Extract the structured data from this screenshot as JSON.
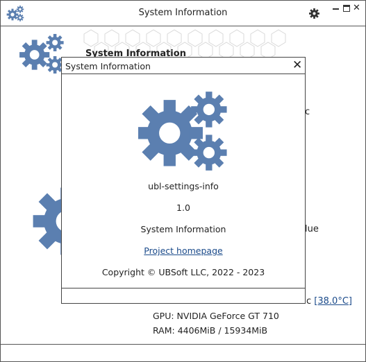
{
  "window": {
    "title": "System Information",
    "app_icon": "gears-icon",
    "menu_icon": "gear-icon",
    "minimize_icon": "minimize-icon",
    "maximize_icon": "maximize-icon",
    "close_label": "✕"
  },
  "background": {
    "heading": "System Information",
    "fragment_c": "c",
    "fragment_blue": "lue",
    "cpu_temp_suffix": "c",
    "cpu_temp_link": "[38.0°C]",
    "gpu": "GPU: NVIDIA GeForce GT 710",
    "ram": "RAM: 4406MiB / 15934MiB"
  },
  "dialog": {
    "title": "System Information",
    "close_label": "✕",
    "logo_icon": "gears-icon",
    "app_name": "ubl-settings-info",
    "version": "1.0",
    "description": "System Information",
    "homepage_link": "Project homepage",
    "copyright": "Copyright © UBSoft LLC, 2022 - 2023"
  },
  "colors": {
    "accent": "#5b7fb0",
    "link": "#1a4a8a",
    "border": "#555555"
  }
}
